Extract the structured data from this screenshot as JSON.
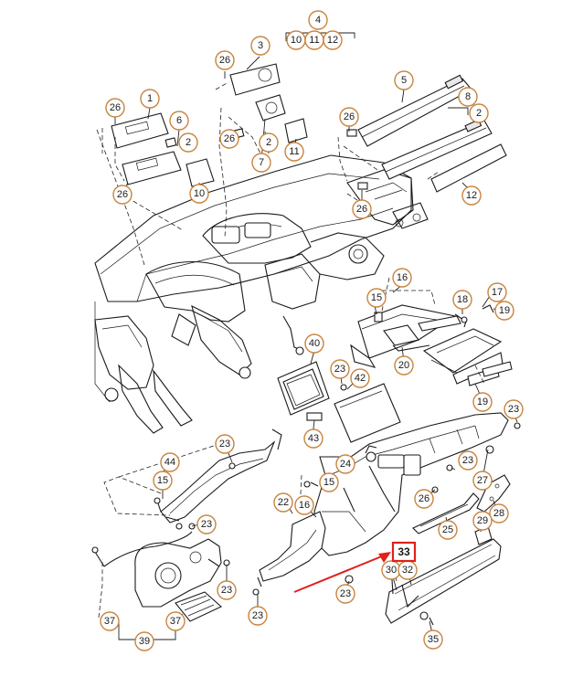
{
  "diagram": {
    "callouts": [
      {
        "id": "c-4",
        "label": "4"
      },
      {
        "id": "c-10a",
        "label": "10"
      },
      {
        "id": "c-11a",
        "label": "11"
      },
      {
        "id": "c-12a",
        "label": "12"
      },
      {
        "id": "c-3",
        "label": "3"
      },
      {
        "id": "c-26a",
        "label": "26"
      },
      {
        "id": "c-1",
        "label": "1"
      },
      {
        "id": "c-26b",
        "label": "26"
      },
      {
        "id": "c-6",
        "label": "6"
      },
      {
        "id": "c-2a",
        "label": "2"
      },
      {
        "id": "c-26c",
        "label": "26"
      },
      {
        "id": "c-2b",
        "label": "2"
      },
      {
        "id": "c-7",
        "label": "7"
      },
      {
        "id": "c-11b",
        "label": "11"
      },
      {
        "id": "c-26d",
        "label": "26"
      },
      {
        "id": "c-10b",
        "label": "10"
      },
      {
        "id": "c-5",
        "label": "5"
      },
      {
        "id": "c-26e",
        "label": "26"
      },
      {
        "id": "c-8",
        "label": "8"
      },
      {
        "id": "c-2c",
        "label": "2"
      },
      {
        "id": "c-12b",
        "label": "12"
      },
      {
        "id": "c-26f",
        "label": "26"
      },
      {
        "id": "c-16a",
        "label": "16"
      },
      {
        "id": "c-15a",
        "label": "15"
      },
      {
        "id": "c-18",
        "label": "18"
      },
      {
        "id": "c-17",
        "label": "17"
      },
      {
        "id": "c-19a",
        "label": "19"
      },
      {
        "id": "c-40",
        "label": "40"
      },
      {
        "id": "c-23a",
        "label": "23"
      },
      {
        "id": "c-42",
        "label": "42"
      },
      {
        "id": "c-20",
        "label": "20"
      },
      {
        "id": "c-19b",
        "label": "19"
      },
      {
        "id": "c-23b",
        "label": "23"
      },
      {
        "id": "c-43",
        "label": "43"
      },
      {
        "id": "c-23c",
        "label": "23"
      },
      {
        "id": "c-44",
        "label": "44"
      },
      {
        "id": "c-15b",
        "label": "15"
      },
      {
        "id": "c-24",
        "label": "24"
      },
      {
        "id": "c-23d",
        "label": "23"
      },
      {
        "id": "c-27",
        "label": "27"
      },
      {
        "id": "c-15c",
        "label": "15"
      },
      {
        "id": "c-22",
        "label": "22"
      },
      {
        "id": "c-16b",
        "label": "16"
      },
      {
        "id": "c-26g",
        "label": "26"
      },
      {
        "id": "c-28",
        "label": "28"
      },
      {
        "id": "c-29",
        "label": "29"
      },
      {
        "id": "c-25",
        "label": "25"
      },
      {
        "id": "c-23e",
        "label": "23"
      },
      {
        "id": "c-23f",
        "label": "23"
      },
      {
        "id": "c-23g",
        "label": "23"
      },
      {
        "id": "c-23h",
        "label": "23"
      },
      {
        "id": "c-30",
        "label": "30"
      },
      {
        "id": "c-32",
        "label": "32"
      },
      {
        "id": "c-37a",
        "label": "37"
      },
      {
        "id": "c-37b",
        "label": "37"
      },
      {
        "id": "c-39",
        "label": "39"
      },
      {
        "id": "c-35",
        "label": "35"
      }
    ],
    "highlight": {
      "label": "33"
    },
    "colors": {
      "callout_ring": "#c8843e",
      "highlight": "#e0201c",
      "arrow": "#e0201c",
      "line": "#1a1a1a"
    }
  }
}
